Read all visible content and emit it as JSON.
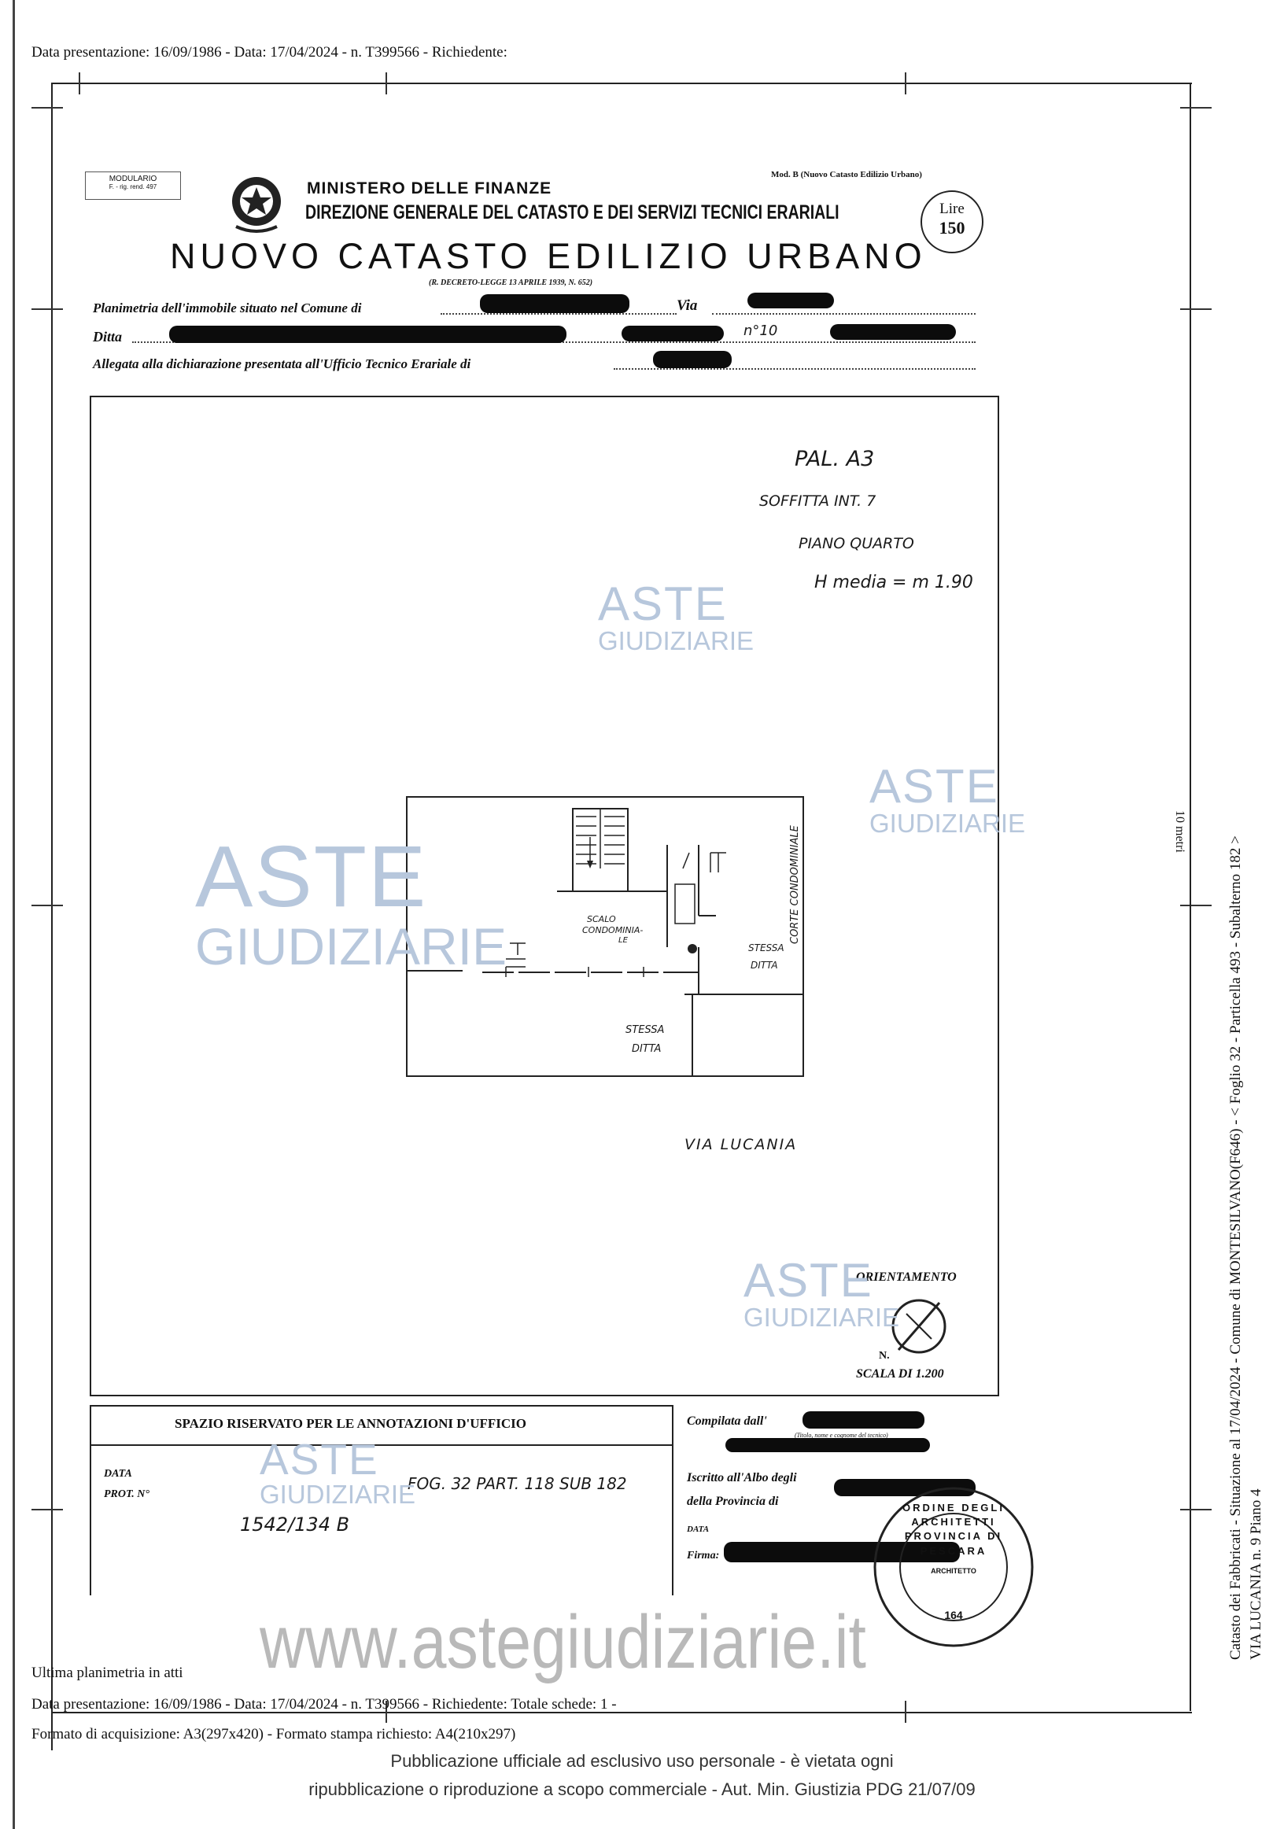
{
  "top_line": "Data presentazione: 16/09/1986 - Data: 17/04/2024 - n. T399566 - Richiedente:",
  "header": {
    "modulario_1": "MODULARIO",
    "modulario_2": "F. - rig. rend. 497",
    "mod_b": "Mod. B (Nuovo Catasto Edilizio Urbano)",
    "ministry": "MINISTERO DELLE FINANZE",
    "direction": "DIREZIONE GENERALE DEL CATASTO E DEI SERVIZI TECNICI ERARIALI",
    "title": "NUOVO CATASTO EDILIZIO URBANO",
    "decree": "(R. DECRETO-LEGGE 13 APRILE 1939, N. 652)",
    "lire_label": "Lire",
    "lire_value": "150"
  },
  "form": {
    "planimetria_label": "Planimetria dell'immobile situato nel Comune di",
    "via_label": "Via",
    "ditta_label": "Ditta",
    "civic_number": "n°10",
    "allegata_label": "Allegata alla dichiarazione presentata all'Ufficio Tecnico Erariale di"
  },
  "drawing": {
    "notes": [
      "PAL. A3",
      "SOFFITTA INT. 7",
      "PIANO QUARTO",
      "H media = m 1.90"
    ],
    "stair_label_1": "SCALO",
    "stair_label_2": "CONDOMINIA-",
    "stair_label_3": "LE",
    "stessa_ditta_right_1": "STESSA",
    "stessa_ditta_right_2": "DITTA",
    "stessa_ditta_bottom_1": "STESSA",
    "stessa_ditta_bottom_2": "DITTA",
    "corte": "CORTE CONDOMINIALE",
    "street": "VIA LUCANIA",
    "orientamento": "ORIENTAMENTO",
    "north": "N.",
    "scale": "SCALA DI 1.200"
  },
  "office": {
    "header": "SPAZIO RISERVATO PER LE ANNOTAZIONI D'UFFICIO",
    "data_label": "DATA",
    "prot_label": "PROT. N°",
    "fog_note": "FOG. 32 PART. 118 SUB 182",
    "prot_note": "1542/134 B",
    "compilata": "Compilata dall'",
    "compilata_sub": "(Titolo, nome e cognome del tecnico)",
    "iscritto": "Iscritto all'Albo degli",
    "provincia": "della Provincia di",
    "data2": "DATA",
    "firma": "Firma:",
    "stamp_text": "ORDINE DEGLI ARCHITETTI PROVINCIA DI PESCARA",
    "stamp_number": "164",
    "stamp_architetto": "ARCHITETTO"
  },
  "side_text": {
    "line1": "Catasto dei Fabbricati - Situazione al 17/04/2024 - Comune di MONTESILVANO(F646) - < Foglio 32 - Particella 493 - Subalterno 182 >",
    "line2": "VIA LUCANIA n. 9 Piano 4",
    "ten_mm": "10 metri"
  },
  "footer": {
    "ultima": "Ultima planimetria in atti",
    "line2": "Data presentazione: 16/09/1986 - Data: 17/04/2024 - n. T399566 - Richiedente: Totale schede: 1 -",
    "line3": "Formato di acquisizione: A3(297x420) - Formato stampa richiesto: A4(210x297)",
    "pub1": "Pubblicazione ufficiale ad esclusivo uso personale - è vietata ogni",
    "pub2": "ripubblicazione o riproduzione a scopo commerciale - Aut. Min. Giustizia PDG 21/07/09"
  },
  "watermark": {
    "word1": "ASTE",
    "word2": "GIUDIZIARIE",
    "site": "www.astegiudiziarie.it"
  }
}
